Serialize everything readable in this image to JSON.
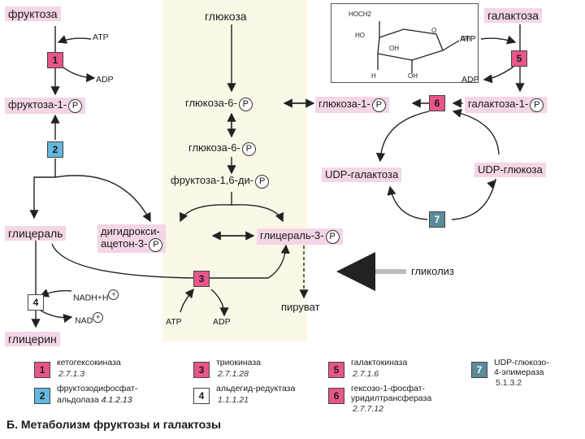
{
  "colors": {
    "enzyme_1": "#e8558a",
    "enzyme_2": "#64b8e0",
    "enzyme_3": "#e8558a",
    "enzyme_4": "#ffffff",
    "enzyme_5": "#e8558a",
    "enzyme_6": "#e8558a",
    "enzyme_7": "#5b8c9a",
    "metabolite_highlight": "#f4d6e6",
    "central_band": "#fbf8e8"
  },
  "metabolites": {
    "fructose": "фруктоза",
    "fructose_1p": "фруктоза-1-",
    "glyceraldehyde": "глицераль",
    "glycerol": "глицерин",
    "glucose": "глюкоза",
    "glucose_6p_a": "глюкоза-6-",
    "glucose_6p_b": "глюкоза-6-",
    "fructose_16bp": "фруктоза-1,6-ди-",
    "dhap_line1": "дигидрокси-",
    "dhap_line2": "ацетон-3-",
    "ga3p": "глицераль-3-",
    "pyruvate": "пируват",
    "glucose_1p": "глюкоза-1-",
    "galactose": "галактоза",
    "galactose_1p": "галактоза-1-",
    "udp_galactose": "UDP-галактоза",
    "udp_glucose": "UDP-глюкоза",
    "glycolysis": "гликолиз"
  },
  "p_symbol": "P",
  "cofactors": {
    "atp_1": "ATP",
    "adp_1": "ADP",
    "atp_3": "ATP",
    "adp_3": "ADP",
    "atp_5": "ATP",
    "adp_5": "ADP",
    "nadh": "NADH+H",
    "nad": "NAD",
    "plus": "+"
  },
  "enzymes": [
    {
      "num": "1",
      "name_line1": "кетогексокиназа",
      "name_line2": "",
      "ec": "2.7.1.3"
    },
    {
      "num": "2",
      "name_line1": "фруктозодифосфат-",
      "name_line2": "альдолаза",
      "ec": "4.1.2.13"
    },
    {
      "num": "3",
      "name_line1": "триокиназа",
      "name_line2": "",
      "ec": "2.7.1.28"
    },
    {
      "num": "4",
      "name_line1": "альдегид-редуктаза",
      "name_line2": "",
      "ec": "1.1.1.21"
    },
    {
      "num": "5",
      "name_line1": "галактокиназа",
      "name_line2": "",
      "ec": "2.7.1.6"
    },
    {
      "num": "6",
      "name_line1": "гексозо-1-фосфат-",
      "name_line2": "уридилтрансфераза",
      "ec": "2.7.7.12"
    },
    {
      "num": "7",
      "name_line1": "UDP-глюкозо-",
      "name_line2": "4-эпимераза",
      "ec": "5.1.3.2"
    }
  ],
  "structure_labels": {
    "ch2oh": "HOCH2",
    "ho": "HO",
    "oh": "OH",
    "o": "O",
    "h": "H"
  },
  "caption": "Б. Метаболизм фруктозы и галактозы"
}
